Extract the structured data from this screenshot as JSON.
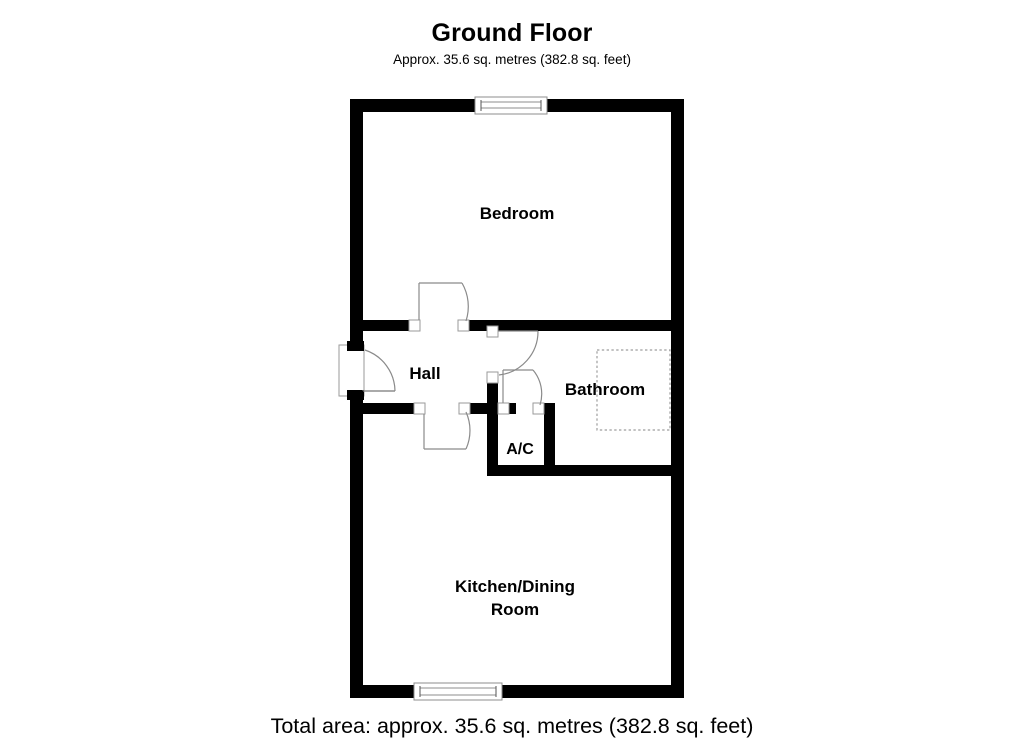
{
  "header": {
    "title": "Ground Floor",
    "subtitle": "Approx. 35.6 sq. metres (382.8 sq. feet)"
  },
  "footer": {
    "total_area": "Total area: approx. 35.6 sq. metres (382.8 sq. feet)"
  },
  "plan": {
    "rooms": [
      {
        "id": "bedroom",
        "label": "Bedroom"
      },
      {
        "id": "hall",
        "label": "Hall"
      },
      {
        "id": "bathroom",
        "label": "Bathroom"
      },
      {
        "id": "ac",
        "label": "A/C"
      },
      {
        "id": "kitchen",
        "label": "Kitchen/Dining\nRoom"
      }
    ],
    "features": [
      {
        "id": "window-top",
        "type": "window"
      },
      {
        "id": "window-bottom",
        "type": "window"
      },
      {
        "id": "front-door",
        "type": "door"
      },
      {
        "id": "bedroom-door",
        "type": "door"
      },
      {
        "id": "bathroom-door",
        "type": "door"
      },
      {
        "id": "ac-door",
        "type": "door"
      },
      {
        "id": "kitchen-door",
        "type": "door"
      },
      {
        "id": "bath-fixture",
        "type": "fixture-outline"
      }
    ],
    "colors": {
      "wall": "#000000",
      "background": "#ffffff",
      "door_arc": "#888888",
      "window_frame": "#9a9a9a",
      "fixture_outline": "#a0a0a0"
    }
  }
}
